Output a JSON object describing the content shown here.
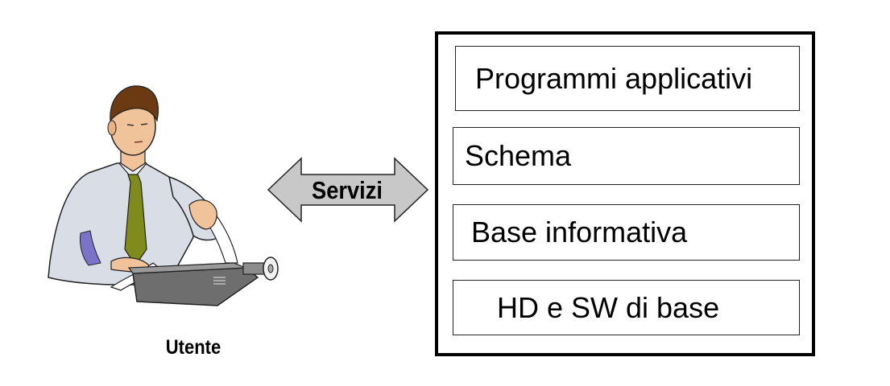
{
  "user": {
    "caption": "Utente",
    "icon": "man-at-printing-calculator-icon"
  },
  "services_arrow": {
    "label": "Servizi",
    "fill": "#c8c8c8",
    "direction": "bidirectional"
  },
  "system": {
    "layers": [
      {
        "label": "Programmi applicativi"
      },
      {
        "label": "Schema"
      },
      {
        "label": "Base informativa"
      },
      {
        "label": "HD e SW di base"
      }
    ]
  },
  "colors": {
    "shirt": "#d8dde6",
    "tie": "#7f8b1c",
    "hair": "#6b3a12",
    "skin": "#f0c39a",
    "machine": "#6e6e6e"
  }
}
